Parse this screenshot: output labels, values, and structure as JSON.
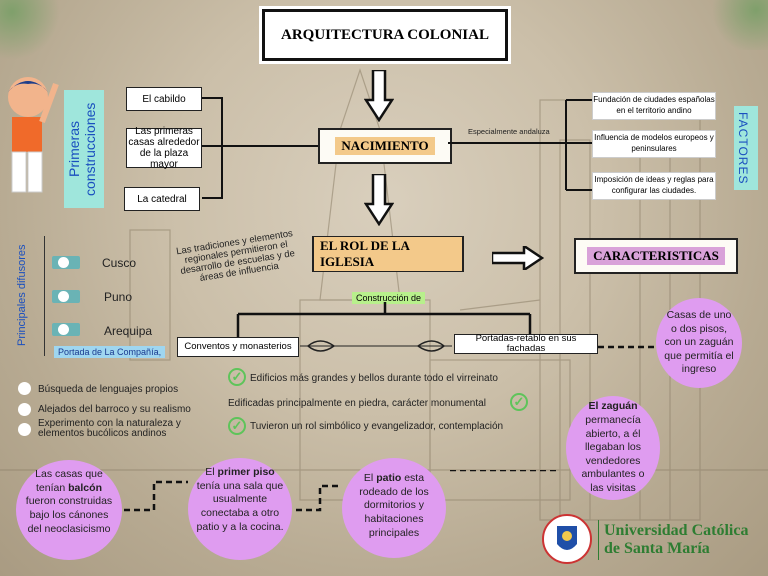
{
  "title": "ARQUITECTURA COLONIAL",
  "nacimiento": "NACIMIENTO",
  "iglesia": "EL ROL DE LA IGLESIA",
  "caracteristicas": "CARACTERISTICAS",
  "primeras": {
    "label": "Primeras construcciones",
    "items": [
      "El cabildo",
      "Las primeras casas alrededor de la plaza mayor",
      "La catedral"
    ]
  },
  "factores": {
    "label": "FACTORES",
    "items": [
      "Fundación de ciudades españolas en el territorio andino",
      "Influencia de modelos europeos y peninsulares",
      "Imposición de ideas y reglas para configurar las ciudades."
    ]
  },
  "especialmente": "Especialmente andaluza",
  "tradiciones": "Las tradiciones y elementos regionales permitieron el desarrollo de escuelas y de áreas de influencia",
  "difusores": {
    "label": "Principales difusores",
    "items": [
      "Cusco",
      "Puno",
      "Arequipa"
    ]
  },
  "construccion": "Construcción de",
  "conventos": "Conventos y monasterios",
  "portadas": "Portadas-retablo en sus fachadas",
  "portada_compania": "Portada de La Compañía,",
  "bullets": [
    "Búsqueda de lenguajes propios",
    "Alejados del barroco y su realismo",
    "Experimento con la naturaleza y elementos bucólicos andinos"
  ],
  "checks": [
    "Edificios más grandes y bellos durante todo el virreinato",
    "Edificadas principalmente en piedra, carácter monumental",
    "Tuvieron un rol simbólico y evangelizador, contemplación"
  ],
  "casas_pisos": "Casas de uno o dos pisos, con un zaguán que permitía el ingreso",
  "zaguan": {
    "bold": "El zaguán",
    "text": "permanecía abierto, a él llegaban los vendedores ambulantes o las visitas"
  },
  "balcon": {
    "pre": "Las casas que tenían",
    "bold": "balcón",
    "post": "fueron construidas bajo los cánones del neoclasicismo"
  },
  "primer_piso": {
    "pre": "El",
    "bold": "primer piso",
    "post": "tenía una sala que usualmente conectaba a otro patio y a la cocina."
  },
  "patio": {
    "pre": "El",
    "bold": "patio",
    "post": "esta rodeado de los dormitorios y habitaciones principales"
  },
  "universidad": {
    "line1": "Universidad Católica",
    "line2": "de Santa María"
  },
  "colors": {
    "accent": "#df9cf0",
    "orange": "#f3c98a",
    "teal": "#9fe6dc",
    "green": "#5ec45a"
  }
}
